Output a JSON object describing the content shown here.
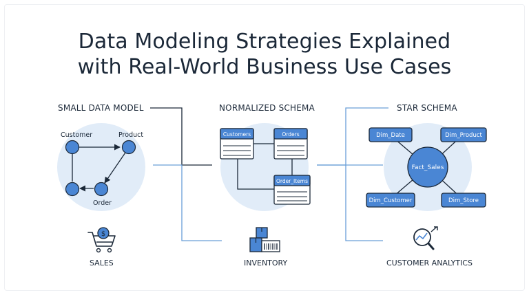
{
  "title_line1": "Data Modeling Strategies Explained",
  "title_line2": "with Real-World Business Use Cases",
  "sections": {
    "small": {
      "title": "SMALL DATA MODEL",
      "nodes": {
        "customer": "Customer",
        "product": "Product",
        "order": "Order"
      },
      "use_case": "SALES",
      "use_case_icon": "shopping-cart-dollar-icon"
    },
    "normalized": {
      "title": "NORMALIZED SCHEMA",
      "tables": {
        "customers": "Customers",
        "orders": "Orders",
        "order_items": "Order_Items"
      },
      "use_case": "INVENTORY",
      "use_case_icon": "boxes-barcode-icon"
    },
    "star": {
      "title": "STAR SCHEMA",
      "fact": "Fact_Sales",
      "dims": {
        "date": "Dim_Date",
        "product": "Dim_Product",
        "customer": "Dim_Customer",
        "store": "Dim_Store"
      },
      "use_case": "CUSTOMER ANALYTICS",
      "use_case_icon": "magnifier-chart-icon"
    }
  },
  "colors": {
    "primary_blue": "#4a86d4",
    "circle_fill": "#e1ecf8",
    "dark_navy": "#1b2838",
    "connector_blue": "#6a9fd8"
  }
}
